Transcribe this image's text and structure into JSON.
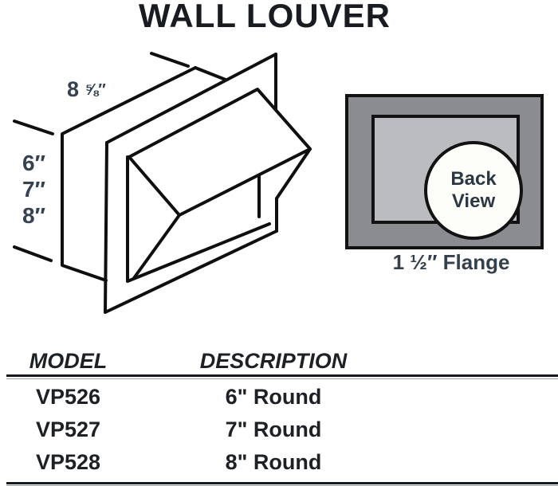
{
  "title": "WALL LOUVER",
  "diagram": {
    "width_dim": {
      "int": "8",
      "frac": "⅝″"
    },
    "height_dims": [
      "6″",
      "7″",
      "8″"
    ],
    "back_view": {
      "line1": "Back",
      "line2": "View",
      "flange_label": "1 ½″ Flange"
    },
    "colors": {
      "outer_gray": "#8a8c8f",
      "inner_gray": "#babcbf",
      "line": "#0f0f0f",
      "dim_text": "#36424f"
    }
  },
  "table": {
    "headers": [
      "MODEL",
      "DESCRIPTION"
    ],
    "rows": [
      {
        "model": "VP526",
        "description": "6\" Round"
      },
      {
        "model": "VP527",
        "description": "7\" Round"
      },
      {
        "model": "VP528",
        "description": "8\" Round"
      }
    ]
  }
}
